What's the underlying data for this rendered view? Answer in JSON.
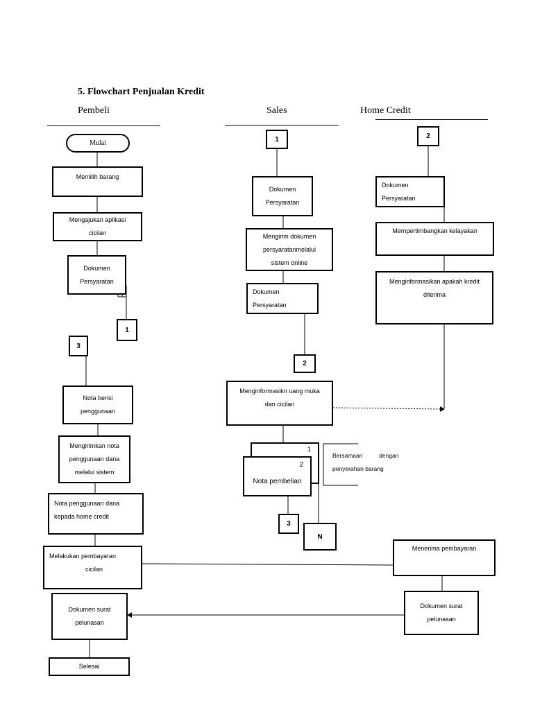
{
  "title": "5. Flowchart Penjualan Kredit",
  "lanes": {
    "pembeli": "Pembeli",
    "sales": "Sales",
    "home_credit": "Home Credit"
  },
  "pembeli": {
    "mulai": "Mulai",
    "memilih": "Memilih barang",
    "mengajukan": [
      "Mengajukan aplikasi",
      "cicilan"
    ],
    "dokumen": [
      "Dokumen",
      "Persyaratan"
    ],
    "conn_1": "1",
    "conn_3": "3",
    "nota_berisi": [
      "Nota berisi",
      "penggunaan"
    ],
    "mengirimkan": [
      "Mengirimkan nota",
      "penggunaan dana",
      "melalui sistem"
    ],
    "nota_penggunaan": [
      "Nota penggunaan dana",
      "kepada home credit"
    ],
    "melakukan": [
      "Melakukan pembayaran",
      "cicilan"
    ],
    "dokumen_surat": [
      "Dokumen surat",
      "pelunasan"
    ],
    "selesai": "Selesai"
  },
  "sales": {
    "conn_1": "1",
    "dokumen": [
      "Dokumen",
      "Persyaratan"
    ],
    "mengirim": [
      "Mengirim dokumen",
      "persyaratanmelalui",
      "sistem online"
    ],
    "dokumen2": [
      "Dokumen",
      "Persyaratan"
    ],
    "conn_2": "2",
    "menginformasikan": [
      "Menginformasikn uang muka",
      "dan cicilan"
    ],
    "nota_num_1": "1",
    "nota_num_2": "2",
    "nota_pembelian": "Nota pembelian",
    "annotation": [
      "Bersamaan          dengan",
      "penyerahan barang"
    ],
    "conn_3": "3",
    "conn_n": "N"
  },
  "home_credit": {
    "conn_2": "2",
    "dokumen": [
      "Dokumen",
      "Persyaratan"
    ],
    "mempertimbangkan": "Mempertimbangkan kelayakan",
    "menginformasikan": [
      "Menginformasikan apakah kredit",
      "diterima"
    ],
    "menerima": "Menerima pembayaran",
    "dokumen_surat": [
      "Dokumen surat",
      "pelunasan"
    ]
  }
}
